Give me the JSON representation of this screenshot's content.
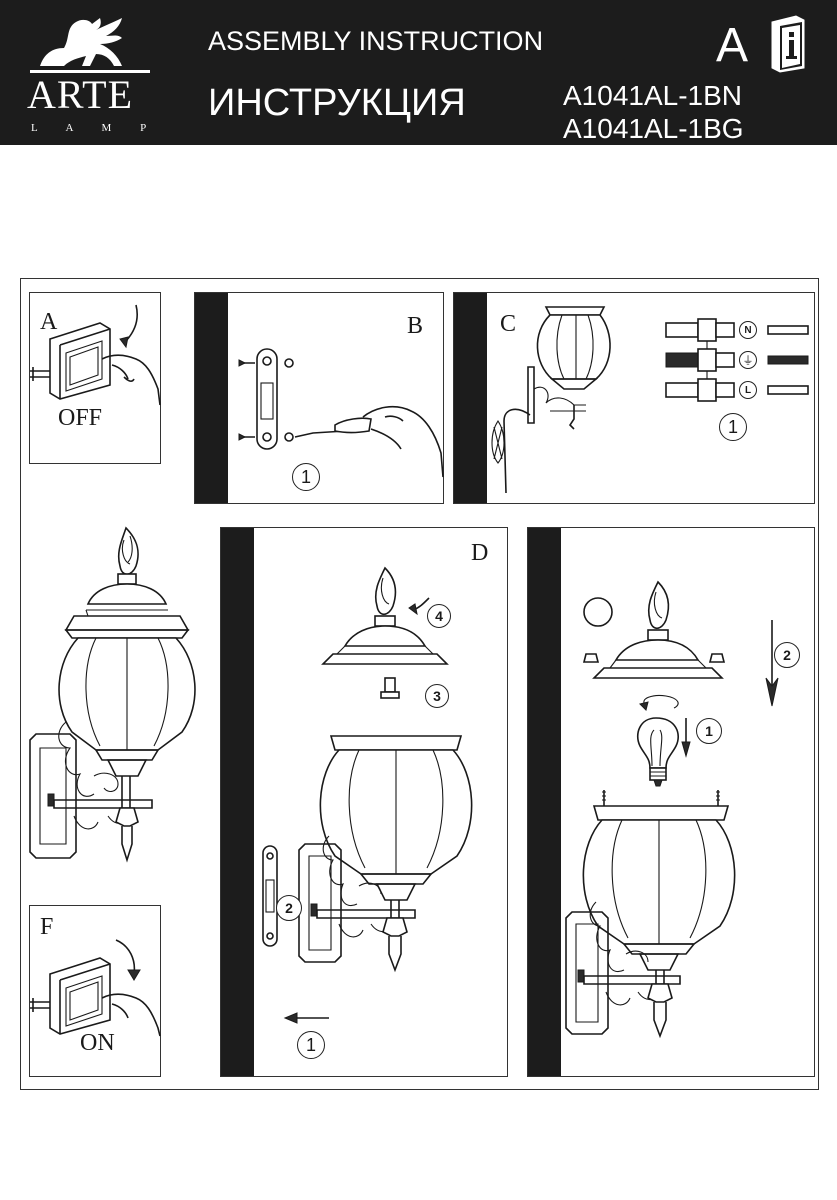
{
  "header": {
    "brand_name": "ARTE",
    "brand_sub": "L A M P",
    "title_en": "ASSEMBLY INSTRUCTION",
    "title_ru": "ИНСТРУКЦИЯ",
    "lang_letter": "A",
    "info_icon": "info-book-icon",
    "models": [
      "A1041AL-1BN",
      "A1041AL-1BG"
    ]
  },
  "steps": {
    "a": {
      "letter": "A",
      "label": "OFF"
    },
    "b": {
      "letter": "B",
      "callouts": [
        "1"
      ]
    },
    "c": {
      "letter": "C",
      "callouts": [
        "1"
      ],
      "terminals": [
        "N",
        "⏚",
        "L"
      ]
    },
    "d": {
      "letter": "D",
      "callouts": [
        "4",
        "3",
        "2",
        "1"
      ]
    },
    "e": {
      "callouts": [
        "2",
        "1"
      ]
    },
    "f": {
      "letter": "F",
      "label": "ON"
    }
  },
  "colors": {
    "header_bg": "#1c1c1c",
    "ink": "#1a1a1a",
    "paper": "#ffffff"
  }
}
